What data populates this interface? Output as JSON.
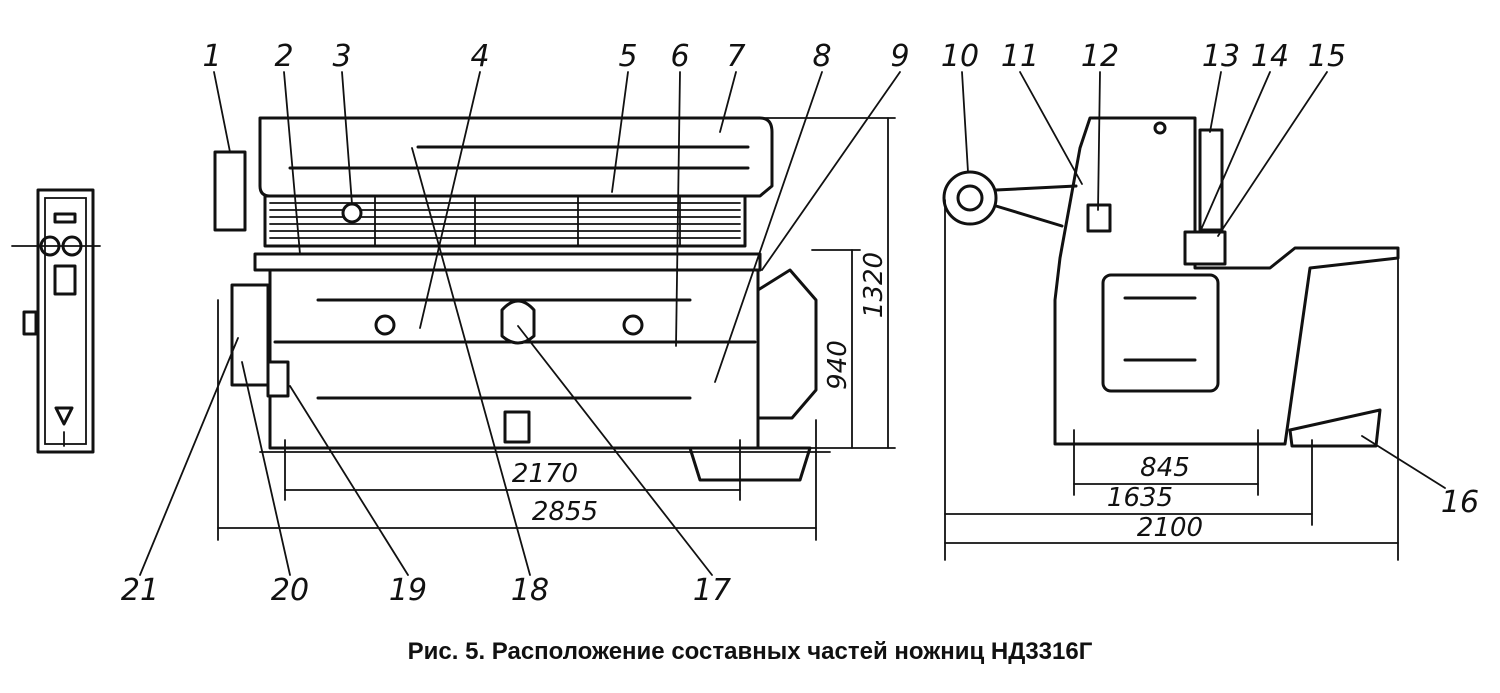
{
  "caption": "Рис. 5. Расположение составных частей ножниц НД3316Г",
  "callouts": [
    "1",
    "2",
    "3",
    "4",
    "5",
    "6",
    "7",
    "8",
    "9",
    "10",
    "11",
    "12",
    "13",
    "14",
    "15",
    "16",
    "17",
    "18",
    "19",
    "20",
    "21"
  ],
  "dimensions": {
    "front_height_total": "1320",
    "front_height_table": "940",
    "front_width_inner": "2170",
    "front_width_total": "2855",
    "side_width_845": "845",
    "side_width_1635": "1635",
    "side_width_total": "2100"
  }
}
